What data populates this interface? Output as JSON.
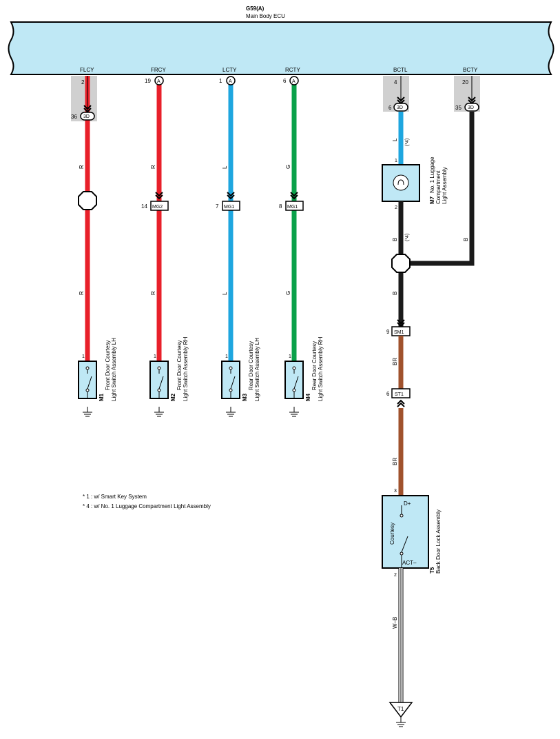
{
  "ecu": {
    "code": "G59(A)",
    "name": "Main Body ECU"
  },
  "colors": {
    "R": "#e8202a",
    "L": "#1ea6df",
    "G": "#0aa14a",
    "B": "#1a1a1a",
    "BR": "#a0522d",
    "W-B": "#ffffff",
    "ecu_fill": "#bfe8f5",
    "component_fill": "#bfe8f5",
    "shade": "#d0d0d0"
  },
  "terminals": {
    "flcy": {
      "name": "FLCY",
      "pin": "2",
      "conn_pin": "36",
      "conn": "3D",
      "wire_top": "R",
      "wire_bot": "R",
      "sw_pin": "1"
    },
    "frcy": {
      "name": "FRCY",
      "pin": "19",
      "pin_tag": "A",
      "join_pin": "14",
      "join": "MG2",
      "wire_top": "R",
      "wire_bot": "R",
      "sw_pin": "1"
    },
    "lcty": {
      "name": "LCTY",
      "pin": "1",
      "pin_tag": "A",
      "join_pin": "7",
      "join": "MG1",
      "wire_top": "L",
      "wire_bot": "L",
      "sw_pin": "1"
    },
    "rcty": {
      "name": "RCTY",
      "pin": "6",
      "pin_tag": "A",
      "join_pin": "8",
      "join": "MG1",
      "wire_top": "G",
      "wire_bot": "G",
      "sw_pin": "1"
    },
    "bctl": {
      "name": "BCTL",
      "pin": "4",
      "conn_pin": "6",
      "conn": "3D",
      "wire_top": "L",
      "note_top": "(*4)",
      "lamp_pin_in": "1",
      "lamp_pin_out": "2",
      "wire_mid": "B",
      "note_mid": "(*4)",
      "wire_low": "B",
      "sm_pin": "9",
      "sm": "SM1",
      "wire_br1": "BR",
      "st_pin": "6",
      "st": "ST1",
      "wire_br2": "BR"
    },
    "bcty": {
      "name": "BCTY",
      "pin": "20",
      "conn_pin": "35",
      "conn": "3D",
      "wire": "B"
    }
  },
  "components": [
    {
      "id": "M1",
      "line1": "Front Door Courtesy",
      "line2": "Light Switch Assembly LH"
    },
    {
      "id": "M2",
      "line1": "Front Door Courtesy",
      "line2": "Light Switch Assembly RH"
    },
    {
      "id": "M3",
      "line1": "Rear Door Courtesy",
      "line2": "Light Switch Assembly LH"
    },
    {
      "id": "M4",
      "line1": "Rear Door Courtesy",
      "line2": "Light Switch Assembly RH"
    }
  ],
  "lamp": {
    "id": "M7",
    "line1": "No. 1 Luggage",
    "line2": "Compartment",
    "line3": "Light Assembly"
  },
  "backdoor": {
    "id": "T5",
    "name": "Back Door Lock Assembly",
    "pin_top": "3",
    "pin_bot": "2",
    "label_top": "D+",
    "label_bot": "ACT–",
    "switch_label": "Courtesy",
    "wire_out": "W–B",
    "ground": "T1"
  },
  "notes": [
    "* 1 : w/ Smart Key System",
    "* 4 : w/ No.  1 Luggage Compartment Light Assembly"
  ]
}
